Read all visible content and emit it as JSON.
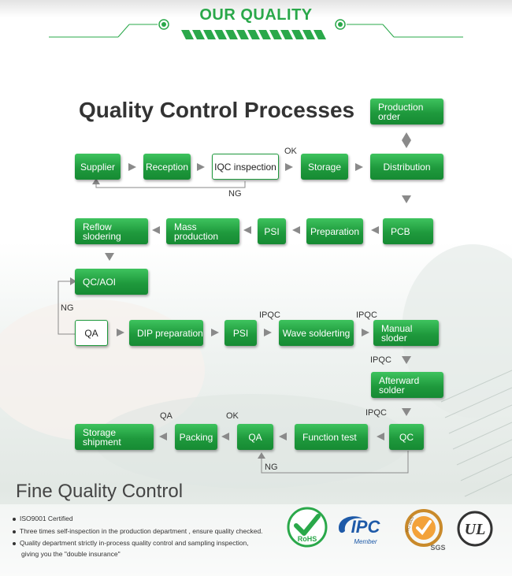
{
  "header": {
    "banner_title": "OUR QUALITY"
  },
  "main_title": "Quality Control Processes",
  "nodes": {
    "production_order": "Production order",
    "supplier": "Supplier",
    "reception": "Reception",
    "iqc_inspection": "IQC inspection",
    "storage": "Storage",
    "distribution": "Distribution",
    "reflow": "Reflow slodering",
    "mass_production": "Mass production",
    "psi_1": "PSI",
    "preparation": "Preparation",
    "pcb": "PCB",
    "qc_aoi": "QC/AOI",
    "qa_1": "QA",
    "dip": "DIP preparation",
    "psi_2": "PSI",
    "wave": "Wave solderting",
    "manual": "Manual sloder",
    "afterward": "Afterward solder",
    "storage_shipment": "Storage shipment",
    "packing": "Packing",
    "qa_2": "QA",
    "function_test": "Function test",
    "qc": "QC"
  },
  "labels": {
    "ok_1": "OK",
    "ng_1": "NG",
    "ng_2": "NG",
    "ipqc_1": "IPQC",
    "ipqc_2": "IPQC",
    "ipqc_3": "IPQC",
    "ipqc_4": "IPQC",
    "qa_label": "QA",
    "ok_2": "OK",
    "ng_3": "NG"
  },
  "fine_quality": {
    "title": "Fine Quality Control",
    "bullets": [
      "ISO9001 Certified",
      "Three times self-inspection in the production department , ensure quality checked.",
      "Quality department strictly in-process quality control and sampling inspection,"
    ],
    "bullet_continuation": "giving you the \"double insurance\""
  },
  "certifications": {
    "rohs": "RoHS",
    "ipc": "IPC",
    "ipc_sub": "Member",
    "sgs": "SGS",
    "sgs_sub": "ISO 9001",
    "ul": "UL"
  },
  "colors": {
    "green": "#1f9a3d",
    "light_green": "#3ec35e",
    "title_green": "#2aa84a"
  }
}
